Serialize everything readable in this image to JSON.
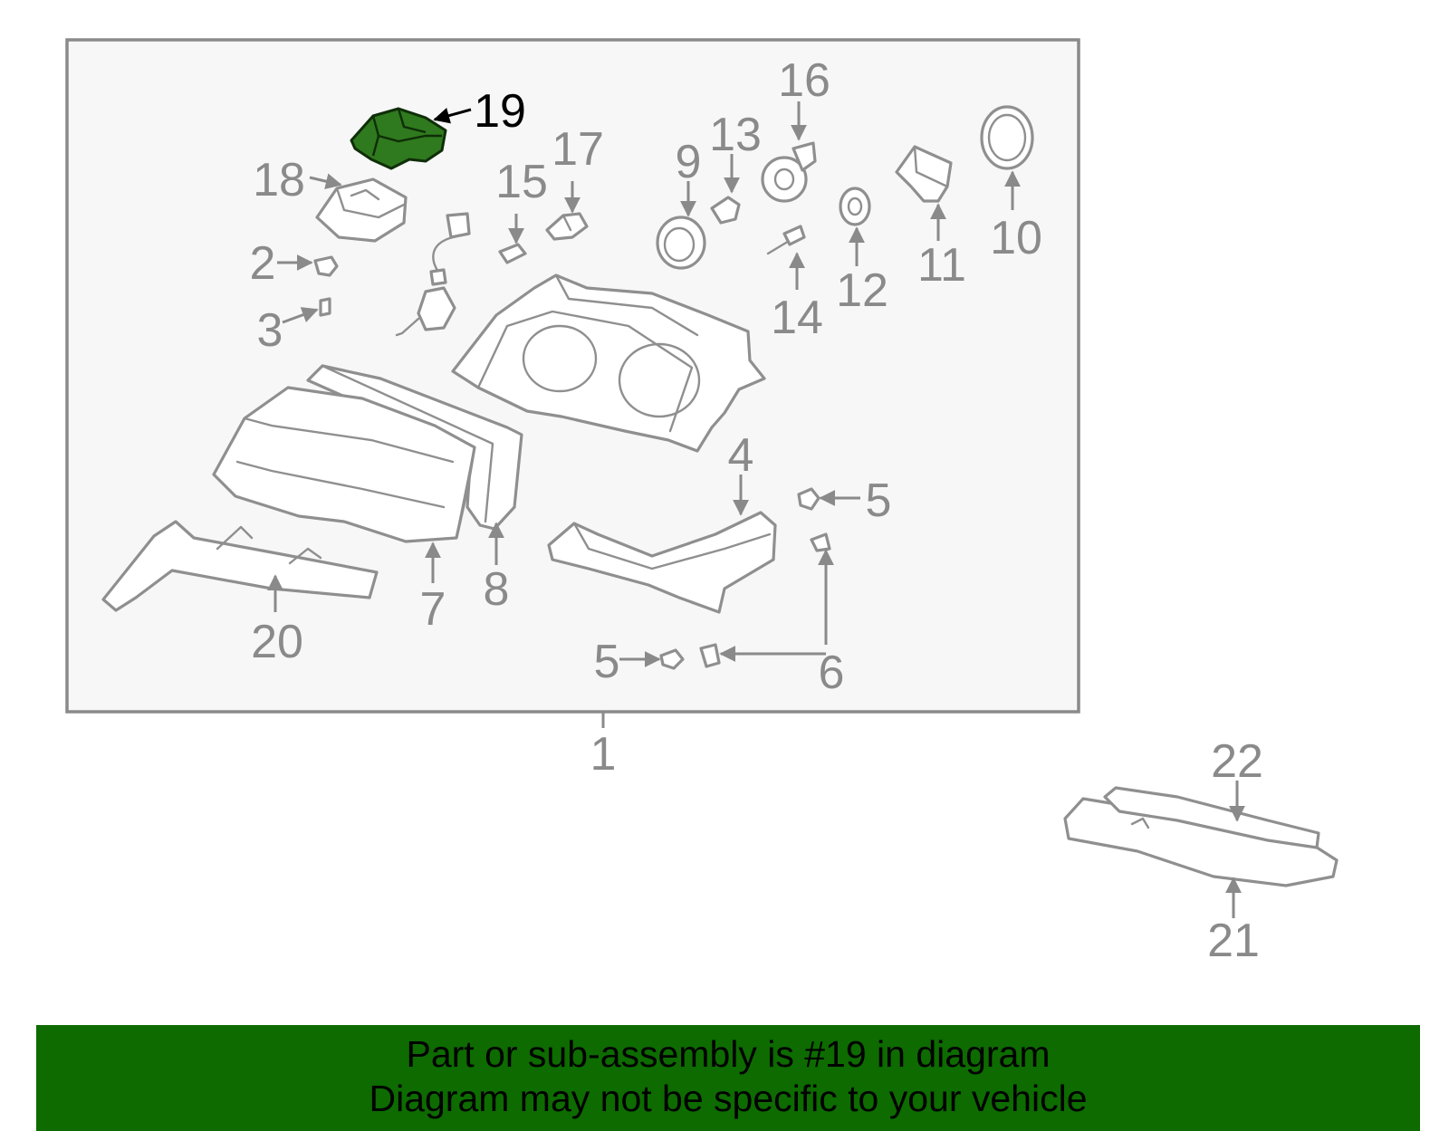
{
  "diagram": {
    "highlighted_part": "19",
    "callouts": [
      {
        "id": "c1",
        "label": "1"
      },
      {
        "id": "c2",
        "label": "2"
      },
      {
        "id": "c3",
        "label": "3"
      },
      {
        "id": "c4",
        "label": "4"
      },
      {
        "id": "c5a",
        "label": "5"
      },
      {
        "id": "c5b",
        "label": "5"
      },
      {
        "id": "c6",
        "label": "6"
      },
      {
        "id": "c7",
        "label": "7"
      },
      {
        "id": "c8",
        "label": "8"
      },
      {
        "id": "c9",
        "label": "9"
      },
      {
        "id": "c10",
        "label": "10"
      },
      {
        "id": "c11",
        "label": "11"
      },
      {
        "id": "c12",
        "label": "12"
      },
      {
        "id": "c13",
        "label": "13"
      },
      {
        "id": "c14",
        "label": "14"
      },
      {
        "id": "c15",
        "label": "15"
      },
      {
        "id": "c16",
        "label": "16"
      },
      {
        "id": "c17",
        "label": "17"
      },
      {
        "id": "c18",
        "label": "18"
      },
      {
        "id": "c19",
        "label": "19"
      },
      {
        "id": "c20",
        "label": "20"
      },
      {
        "id": "c21",
        "label": "21"
      },
      {
        "id": "c22",
        "label": "22"
      }
    ]
  },
  "banner": {
    "line1": "Part or sub-assembly is #19 in diagram",
    "line2": "Diagram may not be specific to your vehicle",
    "background": "#0d6b00"
  },
  "colors": {
    "highlight": "#2f7a1e",
    "panel": "#f7f7f7",
    "linework": "#8f8f8f"
  }
}
